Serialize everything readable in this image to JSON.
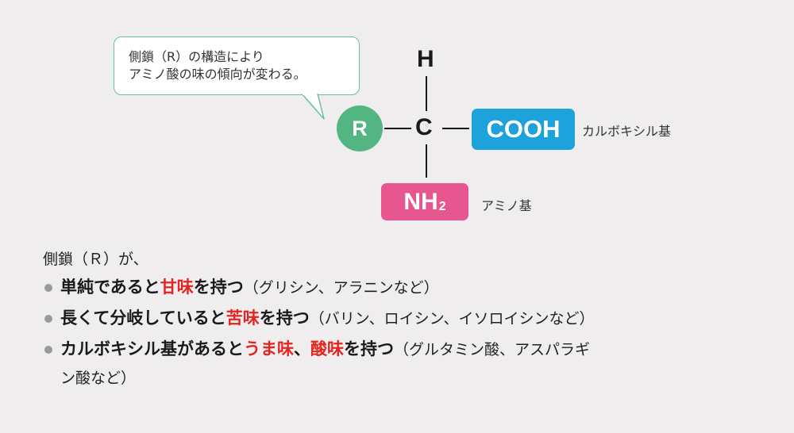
{
  "bubble": {
    "line1": "側鎖（R）の構造により",
    "line2": "アミノ酸の味の傾向が変わる。"
  },
  "molecule": {
    "h": "H",
    "c": "C",
    "r": "R",
    "cooh": "COOH",
    "nh": "NH",
    "nh_sub": "2",
    "cooh_label": "カルボキシル基",
    "nh2_label": "アミノ基"
  },
  "colors": {
    "r": "#52b582",
    "cooh": "#1da2dc",
    "nh2": "#e8568f",
    "highlight": "#e42420"
  },
  "intro": "側鎖（Ｒ）が、",
  "items": [
    {
      "a": "単純であると",
      "h1": "甘味",
      "b": "を持つ",
      "note": "（グリシン、アラニンなど）"
    },
    {
      "a": "長くて分岐していると",
      "h1": "苦味",
      "b": "を持つ",
      "note": "（バリン、ロイシン、イソロイシンなど）"
    },
    {
      "a": "カルボキシル基があると",
      "h1": "うま味",
      "sep": "、",
      "h2": "酸味",
      "b": "を持つ",
      "note1": "（グルタミン酸、アスパラギ",
      "note2": "ン酸など）"
    }
  ]
}
